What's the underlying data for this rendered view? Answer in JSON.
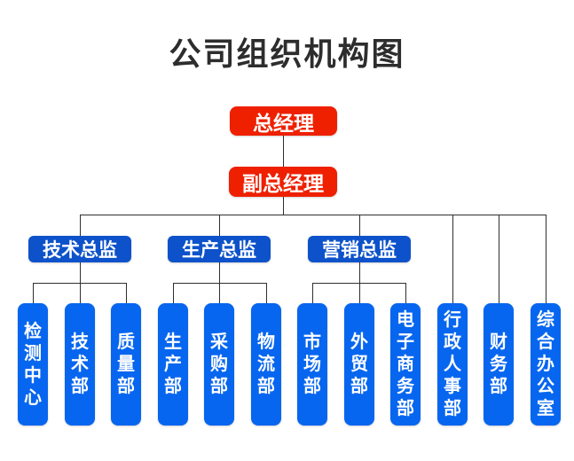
{
  "title": "公司组织机构图",
  "colors": {
    "executive_red": "#ee2000",
    "director_blue": "#0d52ca",
    "department_blue": "#0766ef",
    "line_color": "#2f2f2f",
    "title_color": "#2d2d2d"
  },
  "root": {
    "label": "总经理"
  },
  "deputy": {
    "label": "副总经理"
  },
  "directors": [
    {
      "label": "技术总监",
      "departments": [
        "检测中心",
        "技术部",
        "质量部"
      ]
    },
    {
      "label": "生产总监",
      "departments": [
        "生产部",
        "采购部",
        "物流部"
      ]
    },
    {
      "label": "营销总监",
      "departments": [
        "市场部",
        "外贸部",
        "电子商务部"
      ]
    }
  ],
  "direct_departments": [
    "行政人事部",
    "财务部",
    "综合办公室"
  ]
}
